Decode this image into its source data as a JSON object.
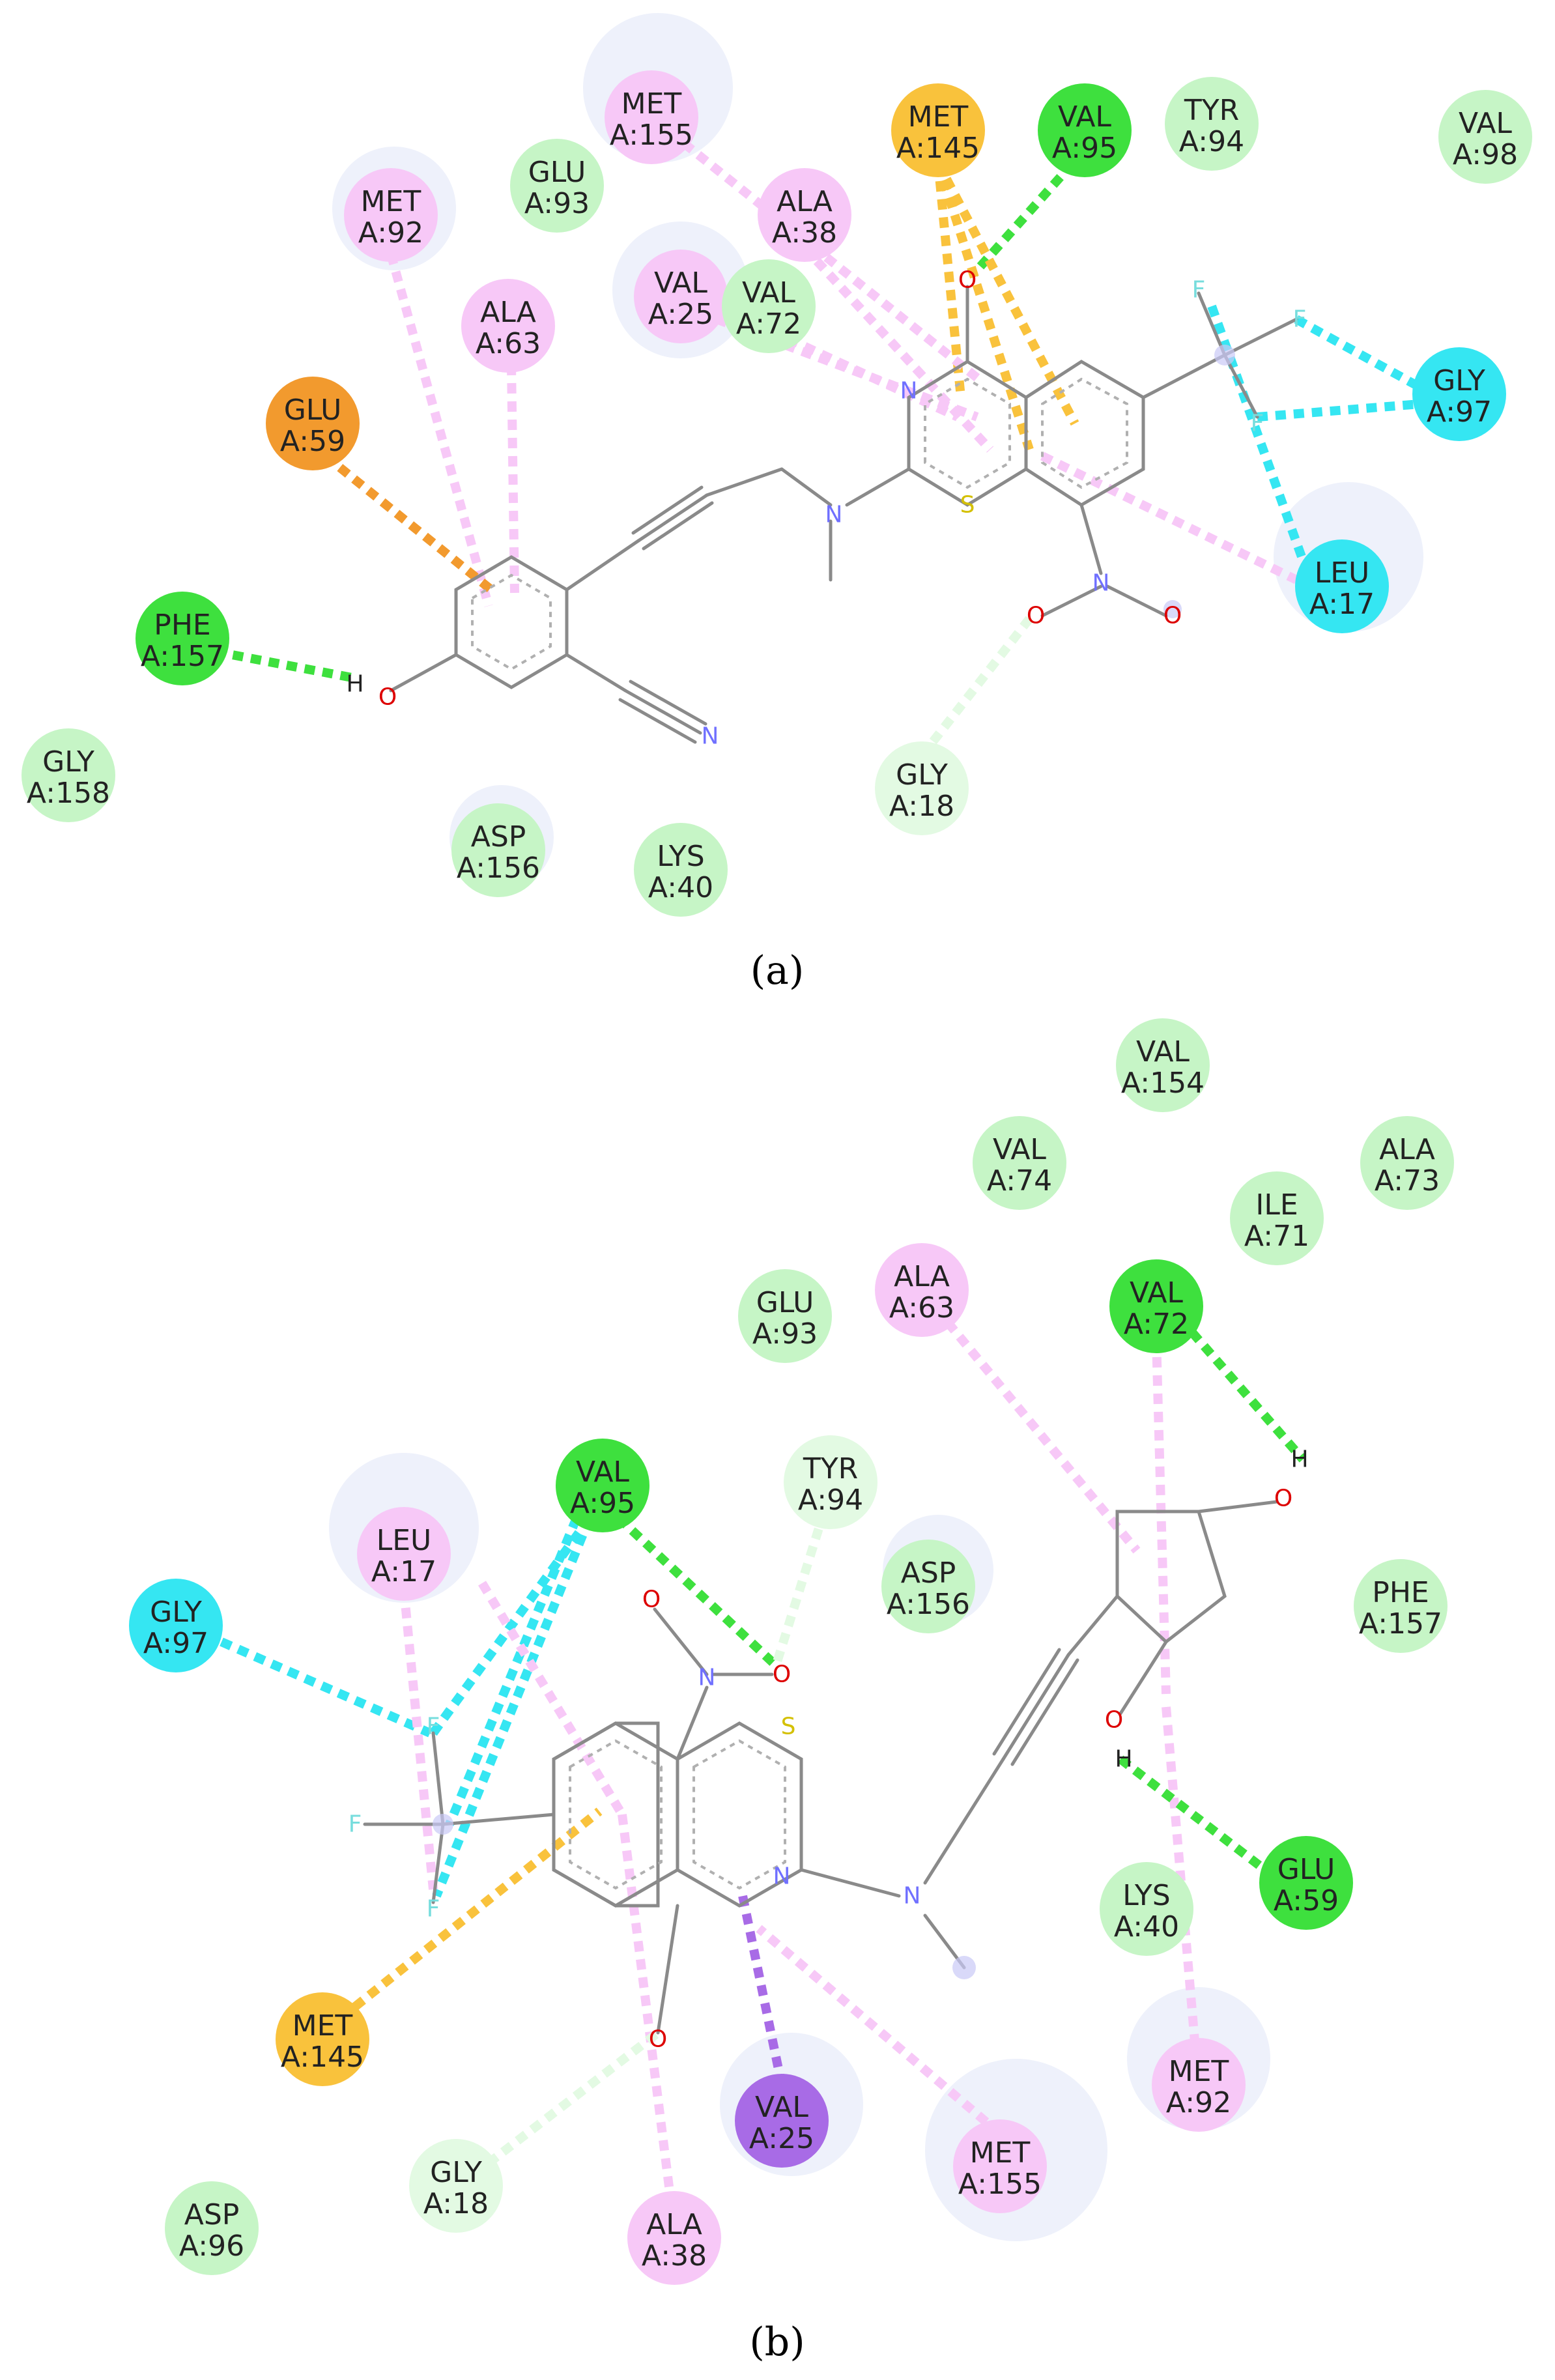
{
  "panels": [
    {
      "id": "a",
      "caption": "(a)",
      "residues": [
        {
          "id": "MET155",
          "label": [
            "MET",
            "A:155"
          ],
          "type": "pi_alkyl"
        },
        {
          "id": "MET145",
          "label": [
            "MET",
            "A:145"
          ],
          "type": "pi_sulfur"
        },
        {
          "id": "VAL95",
          "label": [
            "VAL",
            "A:95"
          ],
          "type": "hbond"
        },
        {
          "id": "TYR94",
          "label": [
            "TYR",
            "A:94"
          ],
          "type": "vdw"
        },
        {
          "id": "VAL98",
          "label": [
            "VAL",
            "A:98"
          ],
          "type": "vdw"
        },
        {
          "id": "MET92",
          "label": [
            "MET",
            "A:92"
          ],
          "type": "pi_alkyl"
        },
        {
          "id": "GLU93",
          "label": [
            "GLU",
            "A:93"
          ],
          "type": "vdw"
        },
        {
          "id": "ALA38",
          "label": [
            "ALA",
            "A:38"
          ],
          "type": "pi_alkyl"
        },
        {
          "id": "ALA63",
          "label": [
            "ALA",
            "A:63"
          ],
          "type": "pi_alkyl"
        },
        {
          "id": "VAL25",
          "label": [
            "VAL",
            "A:25"
          ],
          "type": "pi_alkyl"
        },
        {
          "id": "VAL72",
          "label": [
            "VAL",
            "A:72"
          ],
          "type": "vdw"
        },
        {
          "id": "GLY97",
          "label": [
            "GLY",
            "A:97"
          ],
          "type": "halogen"
        },
        {
          "id": "GLU59",
          "label": [
            "GLU",
            "A:59"
          ],
          "type": "pi_anion"
        },
        {
          "id": "LEU17",
          "label": [
            "LEU",
            "A:17"
          ],
          "type": "halogen"
        },
        {
          "id": "PHE157",
          "label": [
            "PHE",
            "A:157"
          ],
          "type": "hbond"
        },
        {
          "id": "GLY158",
          "label": [
            "GLY",
            "A:158"
          ],
          "type": "vdw"
        },
        {
          "id": "GLY18",
          "label": [
            "GLY",
            "A:18"
          ],
          "type": "carbon_hbond"
        },
        {
          "id": "ASP156",
          "label": [
            "ASP",
            "A:156"
          ],
          "type": "vdw"
        },
        {
          "id": "LYS40",
          "label": [
            "LYS",
            "A:40"
          ],
          "type": "vdw"
        }
      ],
      "atoms": [
        "N",
        "N",
        "S",
        "O",
        "O",
        "O",
        "N",
        "H",
        "O",
        "N",
        "F",
        "F",
        "F"
      ]
    },
    {
      "id": "b",
      "caption": "(b)",
      "residues": [
        {
          "id": "VAL154",
          "label": [
            "VAL",
            "A:154"
          ],
          "type": "vdw"
        },
        {
          "id": "VAL74",
          "label": [
            "VAL",
            "A:74"
          ],
          "type": "vdw"
        },
        {
          "id": "ALA73",
          "label": [
            "ALA",
            "A:73"
          ],
          "type": "vdw"
        },
        {
          "id": "ILE71",
          "label": [
            "ILE",
            "A:71"
          ],
          "type": "vdw"
        },
        {
          "id": "ALA63",
          "label": [
            "ALA",
            "A:63"
          ],
          "type": "pi_alkyl"
        },
        {
          "id": "VAL72",
          "label": [
            "VAL",
            "A:72"
          ],
          "type": "hbond"
        },
        {
          "id": "GLU93",
          "label": [
            "GLU",
            "A:93"
          ],
          "type": "vdw"
        },
        {
          "id": "VAL95",
          "label": [
            "VAL",
            "A:95"
          ],
          "type": "hbond"
        },
        {
          "id": "TYR94",
          "label": [
            "TYR",
            "A:94"
          ],
          "type": "carbon_hbond"
        },
        {
          "id": "LEU17",
          "label": [
            "LEU",
            "A:17"
          ],
          "type": "pi_alkyl"
        },
        {
          "id": "ASP156",
          "label": [
            "ASP",
            "A:156"
          ],
          "type": "vdw"
        },
        {
          "id": "PHE157",
          "label": [
            "PHE",
            "A:157"
          ],
          "type": "vdw"
        },
        {
          "id": "GLY97",
          "label": [
            "GLY",
            "A:97"
          ],
          "type": "halogen"
        },
        {
          "id": "LYS40",
          "label": [
            "LYS",
            "A:40"
          ],
          "type": "vdw"
        },
        {
          "id": "GLU59",
          "label": [
            "GLU",
            "A:59"
          ],
          "type": "hbond"
        },
        {
          "id": "MET145",
          "label": [
            "MET",
            "A:145"
          ],
          "type": "pi_sulfur"
        },
        {
          "id": "MET92",
          "label": [
            "MET",
            "A:92"
          ],
          "type": "pi_alkyl"
        },
        {
          "id": "VAL25",
          "label": [
            "VAL",
            "A:25"
          ],
          "type": "pi_sigma"
        },
        {
          "id": "MET155",
          "label": [
            "MET",
            "A:155"
          ],
          "type": "pi_alkyl"
        },
        {
          "id": "GLY18",
          "label": [
            "GLY",
            "A:18"
          ],
          "type": "carbon_hbond"
        },
        {
          "id": "ASP96",
          "label": [
            "ASP",
            "A:96"
          ],
          "type": "vdw"
        },
        {
          "id": "ALA38",
          "label": [
            "ALA",
            "A:38"
          ],
          "type": "pi_alkyl"
        }
      ],
      "atoms": [
        "N",
        "O",
        "O",
        "S",
        "N",
        "O",
        "N",
        "O",
        "H",
        "O",
        "H",
        "F",
        "F",
        "F"
      ]
    }
  ],
  "colors": {
    "vdw": "#c6f5c6",
    "hbond": "#3ee03e",
    "carbon_hbond": "#e3fae3",
    "pi_alkyl": "#f7c8f7",
    "pi_sulfur": "#f9c23c",
    "pi_anion": "#f29a2e",
    "halogen": "#35e6f2",
    "pi_sigma": "#a86be6",
    "aura": "#eef1fb"
  }
}
